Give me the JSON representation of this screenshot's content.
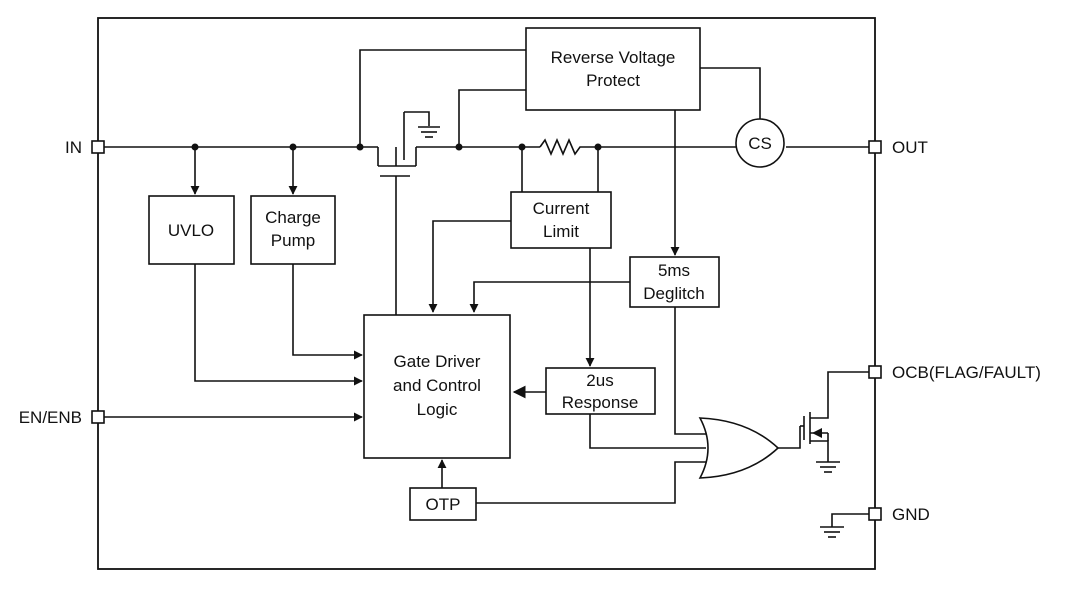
{
  "pins": {
    "in": "IN",
    "out": "OUT",
    "en": "EN/ENB",
    "ocb": "OCB(FLAG/FAULT)",
    "gnd": "GND"
  },
  "blocks": {
    "reverse_voltage": [
      "Reverse Voltage",
      "Protect"
    ],
    "uvlo": [
      "UVLO"
    ],
    "charge_pump": [
      "Charge",
      "Pump"
    ],
    "current_limit": [
      "Current",
      "Limit"
    ],
    "deglitch": [
      "5ms",
      "Deglitch"
    ],
    "gate_driver": [
      "Gate Driver",
      "and Control",
      "Logic"
    ],
    "response": [
      "2us",
      "Response"
    ],
    "otp": [
      "OTP"
    ],
    "cs": [
      "CS"
    ]
  },
  "style": {
    "line_color": "#111111",
    "background": "#ffffff"
  }
}
